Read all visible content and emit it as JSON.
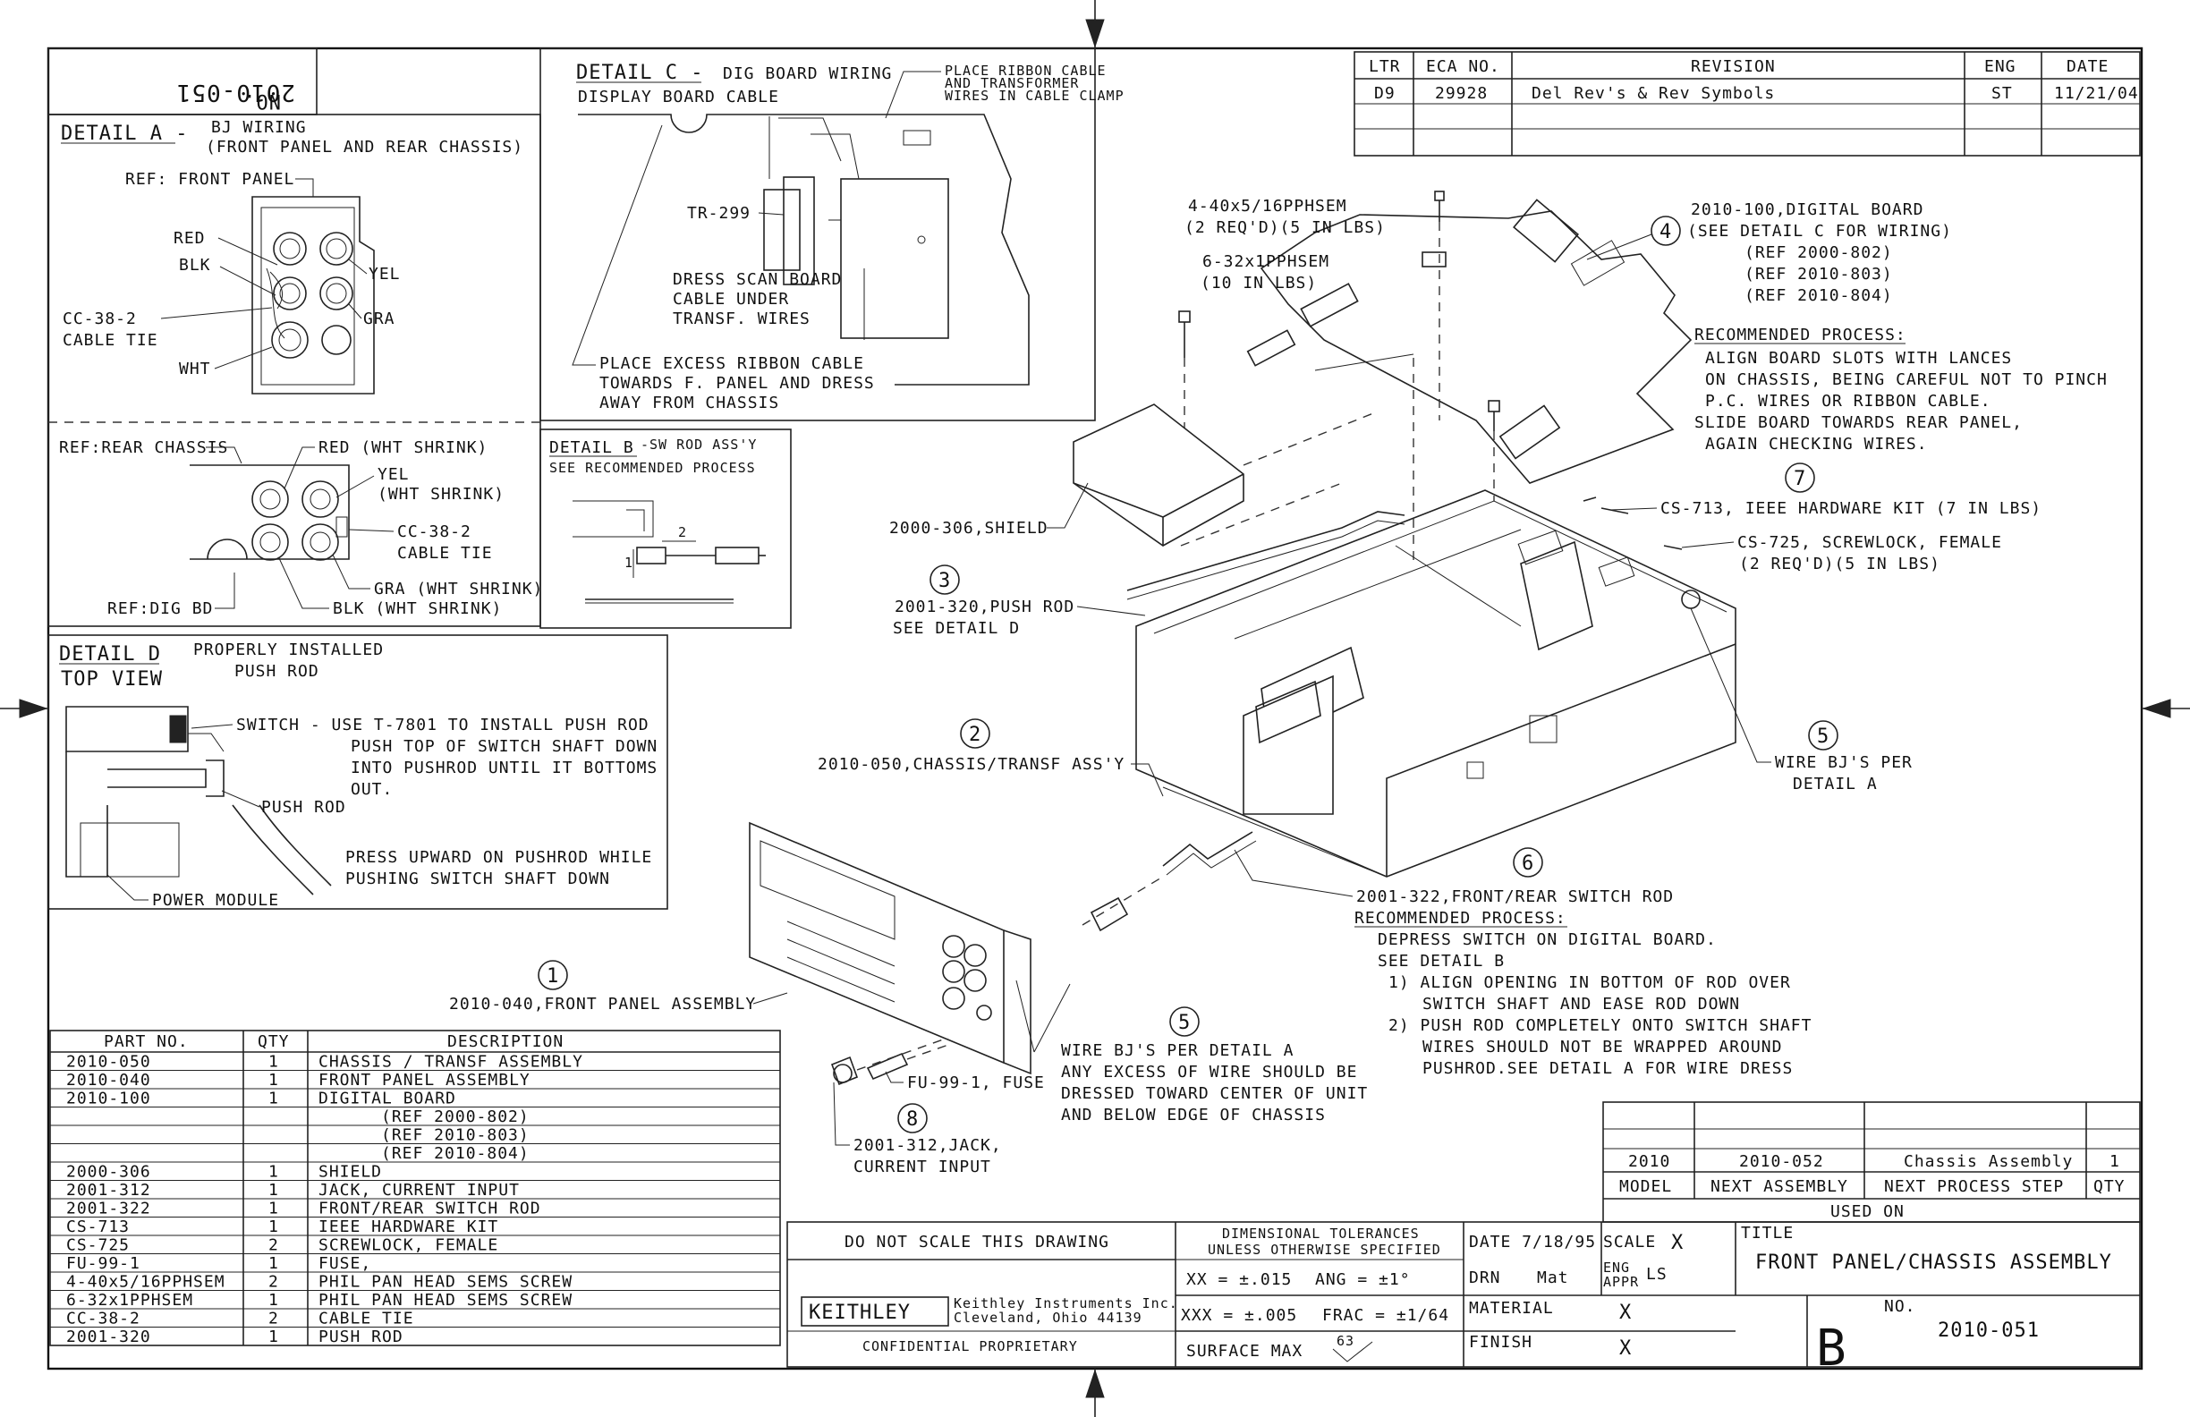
{
  "sheet": {
    "mirrored_number": "2010-051",
    "mirrored_no_label": "NO."
  },
  "revision_block": {
    "headers": [
      "LTR",
      "ECA NO.",
      "REVISION",
      "ENG",
      "DATE"
    ],
    "rows": [
      {
        "ltr": "D9",
        "eca": "29928",
        "revision": "Del Rev's & Rev Symbols",
        "eng": "ST",
        "date": "11/21/04"
      }
    ]
  },
  "detail_a": {
    "title": "DETAIL A -",
    "subtitle1": "BJ WIRING",
    "subtitle2": "(FRONT PANEL AND REAR CHASSIS)",
    "ref_front_panel": "REF: FRONT PANEL",
    "red": "RED",
    "blk": "BLK",
    "yel": "YEL",
    "gra": "GRA",
    "wht": "WHT",
    "cc_tie_1": "CC-38-2",
    "cc_tie_2": "CABLE TIE",
    "ref_rear_chassis": "REF:REAR CHASSIS",
    "red_shrink": "RED (WHT SHRINK)",
    "yel_1": "YEL",
    "yel_2": "(WHT SHRINK)",
    "cc_b_1": "CC-38-2",
    "cc_b_2": "CABLE TIE",
    "gra_shrink": "GRA (WHT SHRINK)",
    "blk_shrink": "BLK (WHT SHRINK)",
    "ref_dig_bd": "REF:DIG BD"
  },
  "detail_c": {
    "title": "DETAIL C -",
    "subtitle": "DIG BOARD WIRING",
    "display_cable": "DISPLAY BOARD CABLE",
    "clamp_1": "PLACE RIBBON CABLE",
    "clamp_2": "AND TRANSFORMER",
    "clamp_3": "WIRES IN CABLE CLAMP",
    "tr": "TR-299",
    "dress_1": "DRESS SCAN BOARD",
    "dress_2": "CABLE UNDER",
    "dress_3": "TRANSF. WIRES",
    "excess_1": "PLACE EXCESS RIBBON CABLE",
    "excess_2": "TOWARDS F. PANEL AND DRESS",
    "excess_3": "AWAY FROM CHASSIS"
  },
  "detail_b": {
    "title": "DETAIL B",
    "subtitle": "-SW ROD ASS'Y",
    "note": "SEE RECOMMENDED PROCESS",
    "step1": "1",
    "step2": "2"
  },
  "detail_d": {
    "title": "DETAIL D",
    "top_view": "TOP VIEW",
    "prop_1": "PROPERLY INSTALLED",
    "prop_2": "PUSH ROD",
    "switch_1": "SWITCH - USE T-7801 TO INSTALL PUSH ROD",
    "switch_2": "PUSH TOP OF SWITCH SHAFT DOWN",
    "switch_3": "INTO PUSHROD UNTIL IT BOTTOMS",
    "switch_4": "OUT.",
    "push_rod": "PUSH ROD",
    "press_1": "PRESS UPWARD ON PUSHROD WHILE",
    "press_2": "PUSHING SWITCH SHAFT DOWN",
    "power_module": "POWER MODULE"
  },
  "callouts": {
    "screw_440_1": "4-40x5/16PPHSEM",
    "screw_440_2": "(2 REQ'D)(5 IN LBS)",
    "screw_632_1": "6-32x1PPHSEM",
    "screw_632_2": "(10 IN LBS)",
    "digital_num": "4",
    "digital_1": "2010-100,DIGITAL BOARD",
    "digital_2": "(SEE DETAIL C FOR WIRING)",
    "digital_3": "(REF 2000-802)",
    "digital_4": "(REF 2010-803)",
    "digital_5": "(REF 2010-804)",
    "rec_title": "RECOMMENDED PROCESS:",
    "rec_1": "ALIGN BOARD SLOTS WITH  LANCES",
    "rec_2": "ON CHASSIS, BEING CAREFUL NOT TO PINCH",
    "rec_3": "P.C. WIRES OR RIBBON CABLE.",
    "rec_4": "SLIDE BOARD TOWARDS REAR PANEL,",
    "rec_5": "AGAIN CHECKING WIRES.",
    "shield": "2000-306,SHIELD",
    "ieee_num": "7",
    "ieee": "CS-713, IEEE HARDWARE KIT (7 IN LBS)",
    "screwlock_1": "CS-725, SCREWLOCK, FEMALE",
    "screwlock_2": "(2 REQ'D)(5 IN LBS)",
    "pushrod_num": "3",
    "pushrod_1": "2001-320,PUSH ROD",
    "pushrod_2": "SEE DETAIL D",
    "chassis_num": "2",
    "chassis": "2010-050,CHASSIS/TRANSF ASS'Y",
    "wire_num_r": "5",
    "wire_r_1": "WIRE BJ'S PER",
    "wire_r_2": "DETAIL A",
    "switchrod_num": "6",
    "switchrod_1": "2001-322,FRONT/REAR SWITCH ROD",
    "switchrod_rec": "RECOMMENDED PROCESS:",
    "switchrod_2": "DEPRESS SWITCH ON DIGITAL BOARD.",
    "switchrod_3": "SEE DETAIL B",
    "switchrod_4": "1) ALIGN OPENING IN BOTTOM OF ROD OVER",
    "switchrod_5": "SWITCH SHAFT AND EASE ROD DOWN",
    "switchrod_6": "2) PUSH ROD COMPLETELY ONTO SWITCH SHAFT",
    "switchrod_7": "WIRES SHOULD NOT BE WRAPPED AROUND",
    "switchrod_8": "PUSHROD.SEE DETAIL A FOR WIRE DRESS",
    "front_num": "1",
    "front": "2010-040,FRONT PANEL ASSEMBLY",
    "wire_num_c": "5",
    "wire_c_1": "WIRE BJ'S PER DETAIL A",
    "wire_c_2": "ANY EXCESS OF WIRE SHOULD BE",
    "wire_c_3": "DRESSED TOWARD CENTER OF UNIT",
    "wire_c_4": "AND BELOW EDGE OF CHASSIS",
    "fuse": "FU-99-1, FUSE",
    "jack_num": "8",
    "jack_1": "2001-312,JACK,",
    "jack_2": "CURRENT INPUT"
  },
  "bom": {
    "headers": [
      "PART NO.",
      "QTY",
      "DESCRIPTION"
    ],
    "rows": [
      [
        "2010-050",
        "1",
        "CHASSIS / TRANSF ASSEMBLY"
      ],
      [
        "2010-040",
        "1",
        "FRONT PANEL ASSEMBLY"
      ],
      [
        "2010-100",
        "1",
        "DIGITAL BOARD"
      ],
      [
        "",
        "",
        "(REF 2000-802)"
      ],
      [
        "",
        "",
        "(REF 2010-803)"
      ],
      [
        "",
        "",
        "(REF 2010-804)"
      ],
      [
        "2000-306",
        "1",
        "SHIELD"
      ],
      [
        "2001-312",
        "1",
        "JACK, CURRENT INPUT"
      ],
      [
        "2001-322",
        "1",
        "FRONT/REAR SWITCH ROD"
      ],
      [
        "CS-713",
        "1",
        "IEEE HARDWARE KIT"
      ],
      [
        "CS-725",
        "2",
        "SCREWLOCK, FEMALE"
      ],
      [
        "FU-99-1",
        "1",
        "FUSE,"
      ],
      [
        "4-40x5/16PPHSEM",
        "2",
        "PHIL PAN HEAD SEMS SCREW"
      ],
      [
        "6-32x1PPHSEM",
        "1",
        "PHIL PAN HEAD SEMS SCREW"
      ],
      [
        "CC-38-2",
        "2",
        "CABLE TIE"
      ],
      [
        "2001-320",
        "1",
        "PUSH ROD"
      ]
    ]
  },
  "used_on": {
    "row": [
      "2010",
      "2010-052",
      "Chassis Assembly",
      "1"
    ],
    "headers": [
      "MODEL",
      "NEXT ASSEMBLY",
      "NEXT PROCESS STEP",
      "QTY"
    ],
    "label": "USED ON"
  },
  "title_block": {
    "do_not_scale": "DO NOT SCALE THIS DRAWING",
    "tol_title_1": "DIMENSIONAL TOLERANCES",
    "tol_title_2": "UNLESS OTHERWISE SPECIFIED",
    "xx": "XX = ±.015",
    "ang": "ANG = ±1°",
    "xxx": "XXX = ±.005",
    "frac": "FRAC = ±1/64",
    "surface": "SURFACE MAX",
    "surface_val": "63",
    "company_logo": "KEITHLEY",
    "company_1": "Keithley Instruments Inc.",
    "company_2": "Cleveland, Ohio 44139",
    "confidential": "CONFIDENTIAL PROPRIETARY",
    "date": "DATE 7/18/95",
    "scale": "SCALE",
    "scale_val": "X",
    "drn": "DRN",
    "drn_val": "Mat",
    "eng_appr_1": "ENG",
    "eng_appr_2": "APPR",
    "eng_appr_val": "LS",
    "material": "MATERIAL",
    "material_val": "X",
    "finish": "FINISH",
    "finish_val": "X",
    "title_label": "TITLE",
    "title": "FRONT PANEL/CHASSIS ASSEMBLY",
    "size": "B",
    "no_label": "NO.",
    "number": "2010-051"
  }
}
